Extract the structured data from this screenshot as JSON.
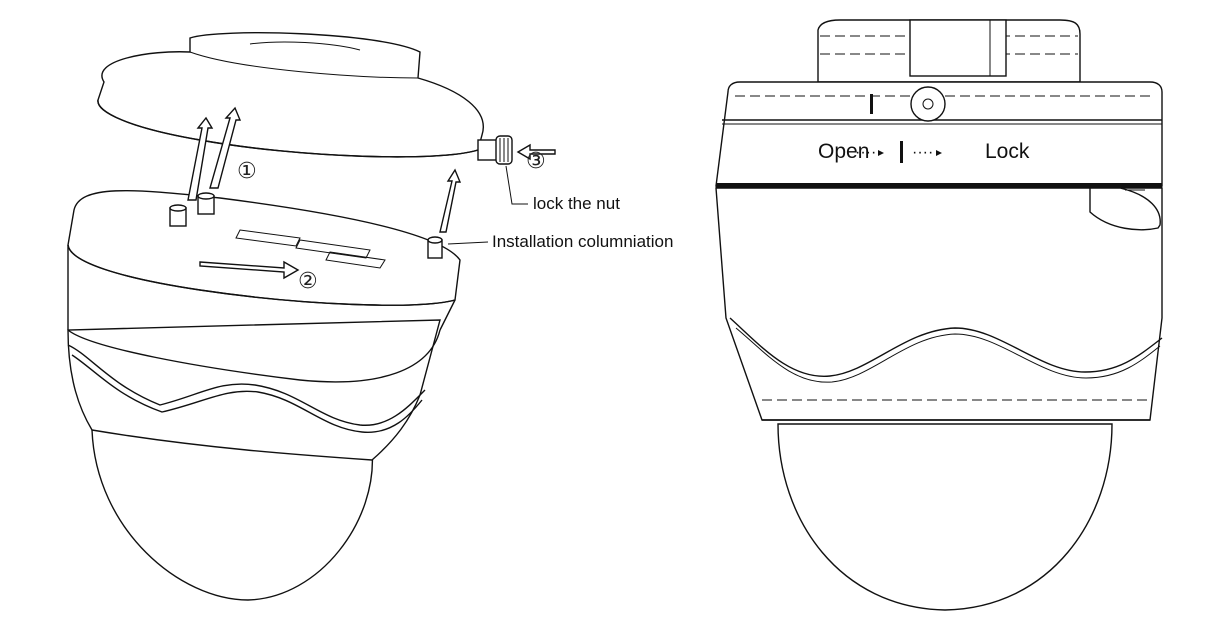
{
  "diagram": {
    "left": {
      "steps": [
        "①",
        "②",
        "③"
      ],
      "callouts": {
        "lock_nut": "lock the nut",
        "installation": "Installation columniation"
      }
    },
    "right": {
      "open_label": "Open",
      "lock_label": "Lock"
    }
  },
  "colors": {
    "line": "#111111",
    "background": "#ffffff"
  }
}
